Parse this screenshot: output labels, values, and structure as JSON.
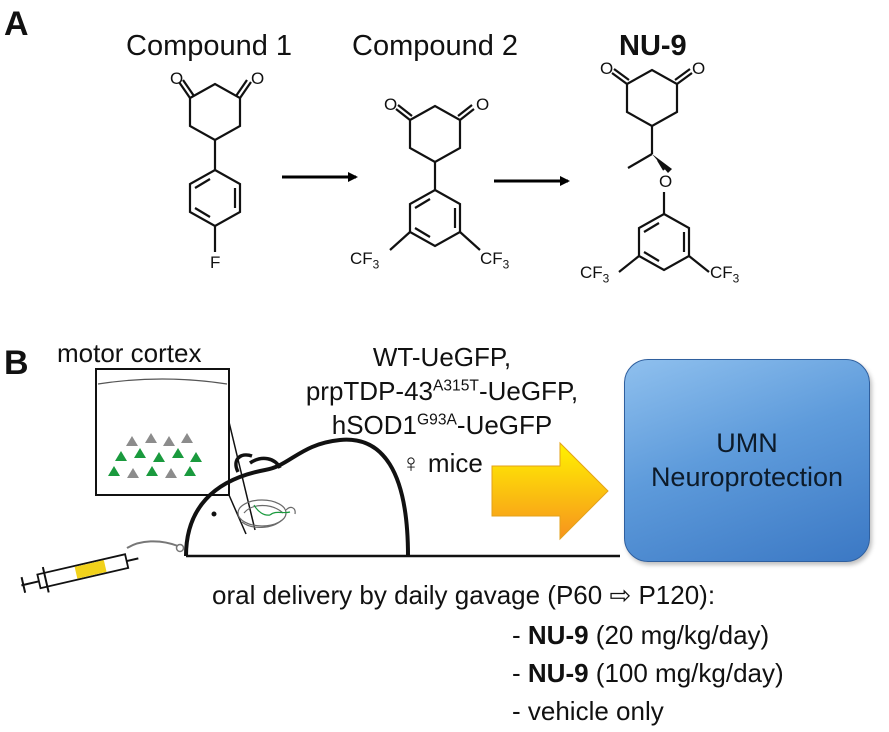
{
  "panel_a": {
    "label": "A",
    "compound1": {
      "name": "Compound 1",
      "atoms": [
        "O",
        "O",
        "F"
      ]
    },
    "compound2": {
      "name": "Compound 2",
      "atoms": [
        "O",
        "O",
        "CF",
        "3",
        "CF",
        "3"
      ]
    },
    "compound3": {
      "name": "NU-9",
      "atoms": [
        "O",
        "O",
        "O",
        "CF",
        "3",
        "CF",
        "3"
      ]
    }
  },
  "panel_b": {
    "label": "B",
    "inset_title": "motor cortex",
    "models": {
      "line1": "WT-UeGFP,",
      "line2_pre": "prpTDP-43",
      "line2_sup": "A315T",
      "line2_post": "-UeGFP,",
      "line3_pre": "hSOD1",
      "line3_sup": "G93A",
      "line3_post": "-UeGFP",
      "line4": "♀ mice"
    },
    "outcome_box": {
      "line1": "UMN",
      "line2": "Neuroprotection"
    },
    "delivery": {
      "header": "oral delivery by daily gavage (P60 ⇨ P120):",
      "items": [
        {
          "prefix": "- ",
          "drug": "NU-9",
          "dose": " (20 mg/kg/day)"
        },
        {
          "prefix": "- ",
          "drug": "NU-9",
          "dose": " (100 mg/kg/day)"
        },
        {
          "text": "- vehicle only"
        }
      ]
    },
    "colors": {
      "arrow_light": "#fff200",
      "arrow_dark": "#f7931e",
      "box": "#5e9bdb",
      "neuron_green": "#1a9a3e",
      "neuron_gray": "#8c8c8c",
      "syringe_yellow": "#f2d21b"
    }
  }
}
